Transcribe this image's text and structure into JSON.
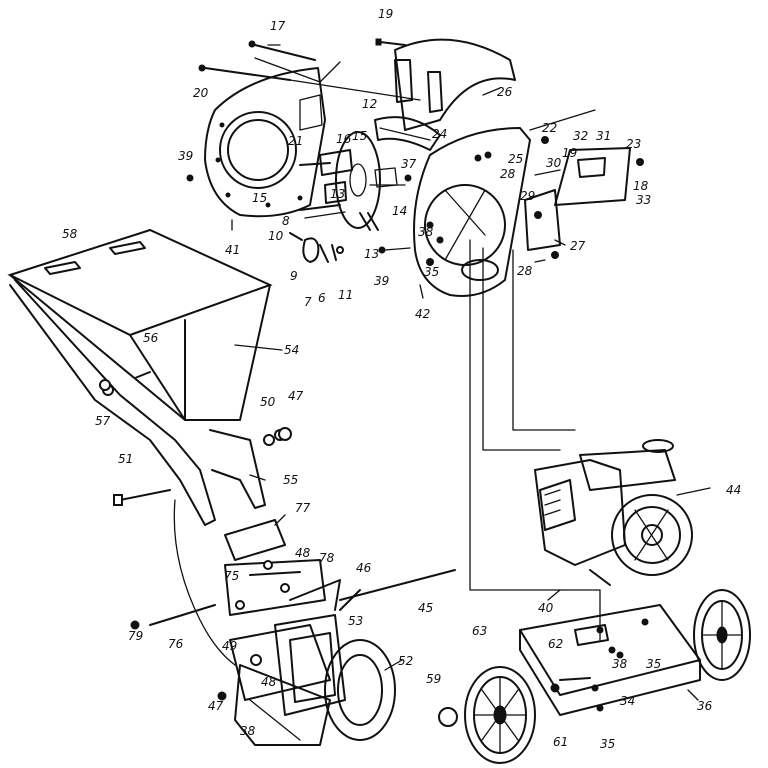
{
  "diagram": {
    "part_labels": {
      "p17": "17",
      "p19": "19",
      "p20": "20",
      "p26": "26",
      "p12": "12",
      "p24": "24",
      "p22": "22",
      "p32": "32",
      "p31": "31",
      "p23": "23",
      "p39a": "39",
      "p21": "21",
      "p16": "16",
      "p15a": "15",
      "p37": "37",
      "p25": "25",
      "p28a": "28",
      "p30": "30",
      "p19b": "19",
      "p18": "18",
      "p33": "33",
      "p15b": "15",
      "p13a": "13",
      "p29": "29",
      "p27": "27",
      "p8": "8",
      "p14": "14",
      "p10": "10",
      "p41": "41",
      "p38a": "38",
      "p28b": "28",
      "p58": "58",
      "p9": "9",
      "p13b": "13",
      "p7": "7",
      "p6": "6",
      "p11": "11",
      "p39b": "39",
      "p35a": "35",
      "p42": "42",
      "p56": "56",
      "p54": "54",
      "p57": "57",
      "p50": "50",
      "p47a": "47",
      "p51": "51",
      "p55": "55",
      "p44": "44",
      "p77": "77",
      "p48a": "48",
      "p78": "78",
      "p75": "75",
      "p46": "46",
      "p40": "40",
      "p45": "45",
      "p76": "76",
      "p53": "53",
      "p63": "63",
      "p62": "62",
      "p79": "79",
      "p49": "49",
      "p52": "52",
      "p38b": "38",
      "p35b": "35",
      "p36": "36",
      "p48b": "48",
      "p59": "59",
      "p47b": "47",
      "p34": "34",
      "p38c": "38",
      "p61": "61",
      "p35c": "35"
    }
  }
}
